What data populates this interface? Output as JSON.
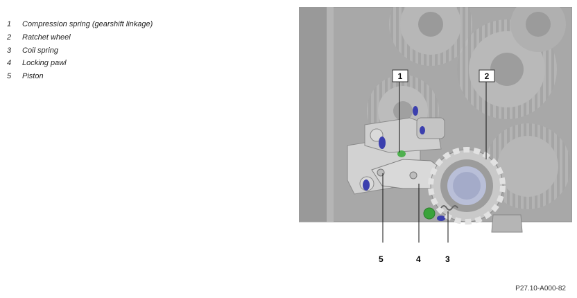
{
  "legend": [
    {
      "num": "1",
      "label": "Compression spring (gearshift linkage)"
    },
    {
      "num": "2",
      "label": "Ratchet wheel"
    },
    {
      "num": "3",
      "label": "Coil spring"
    },
    {
      "num": "4",
      "label": "Locking pawl"
    },
    {
      "num": "5",
      "label": "Piston"
    }
  ],
  "callouts": {
    "c1": "1",
    "c2": "2",
    "c3": "3",
    "c4": "4",
    "c5": "5"
  },
  "reference_code": "P27.10-A000-82",
  "colors": {
    "body": "#a9a9a9",
    "highlight": "#d4d4d4",
    "bolt": "#3b3fae",
    "green": "#3aa33a"
  }
}
